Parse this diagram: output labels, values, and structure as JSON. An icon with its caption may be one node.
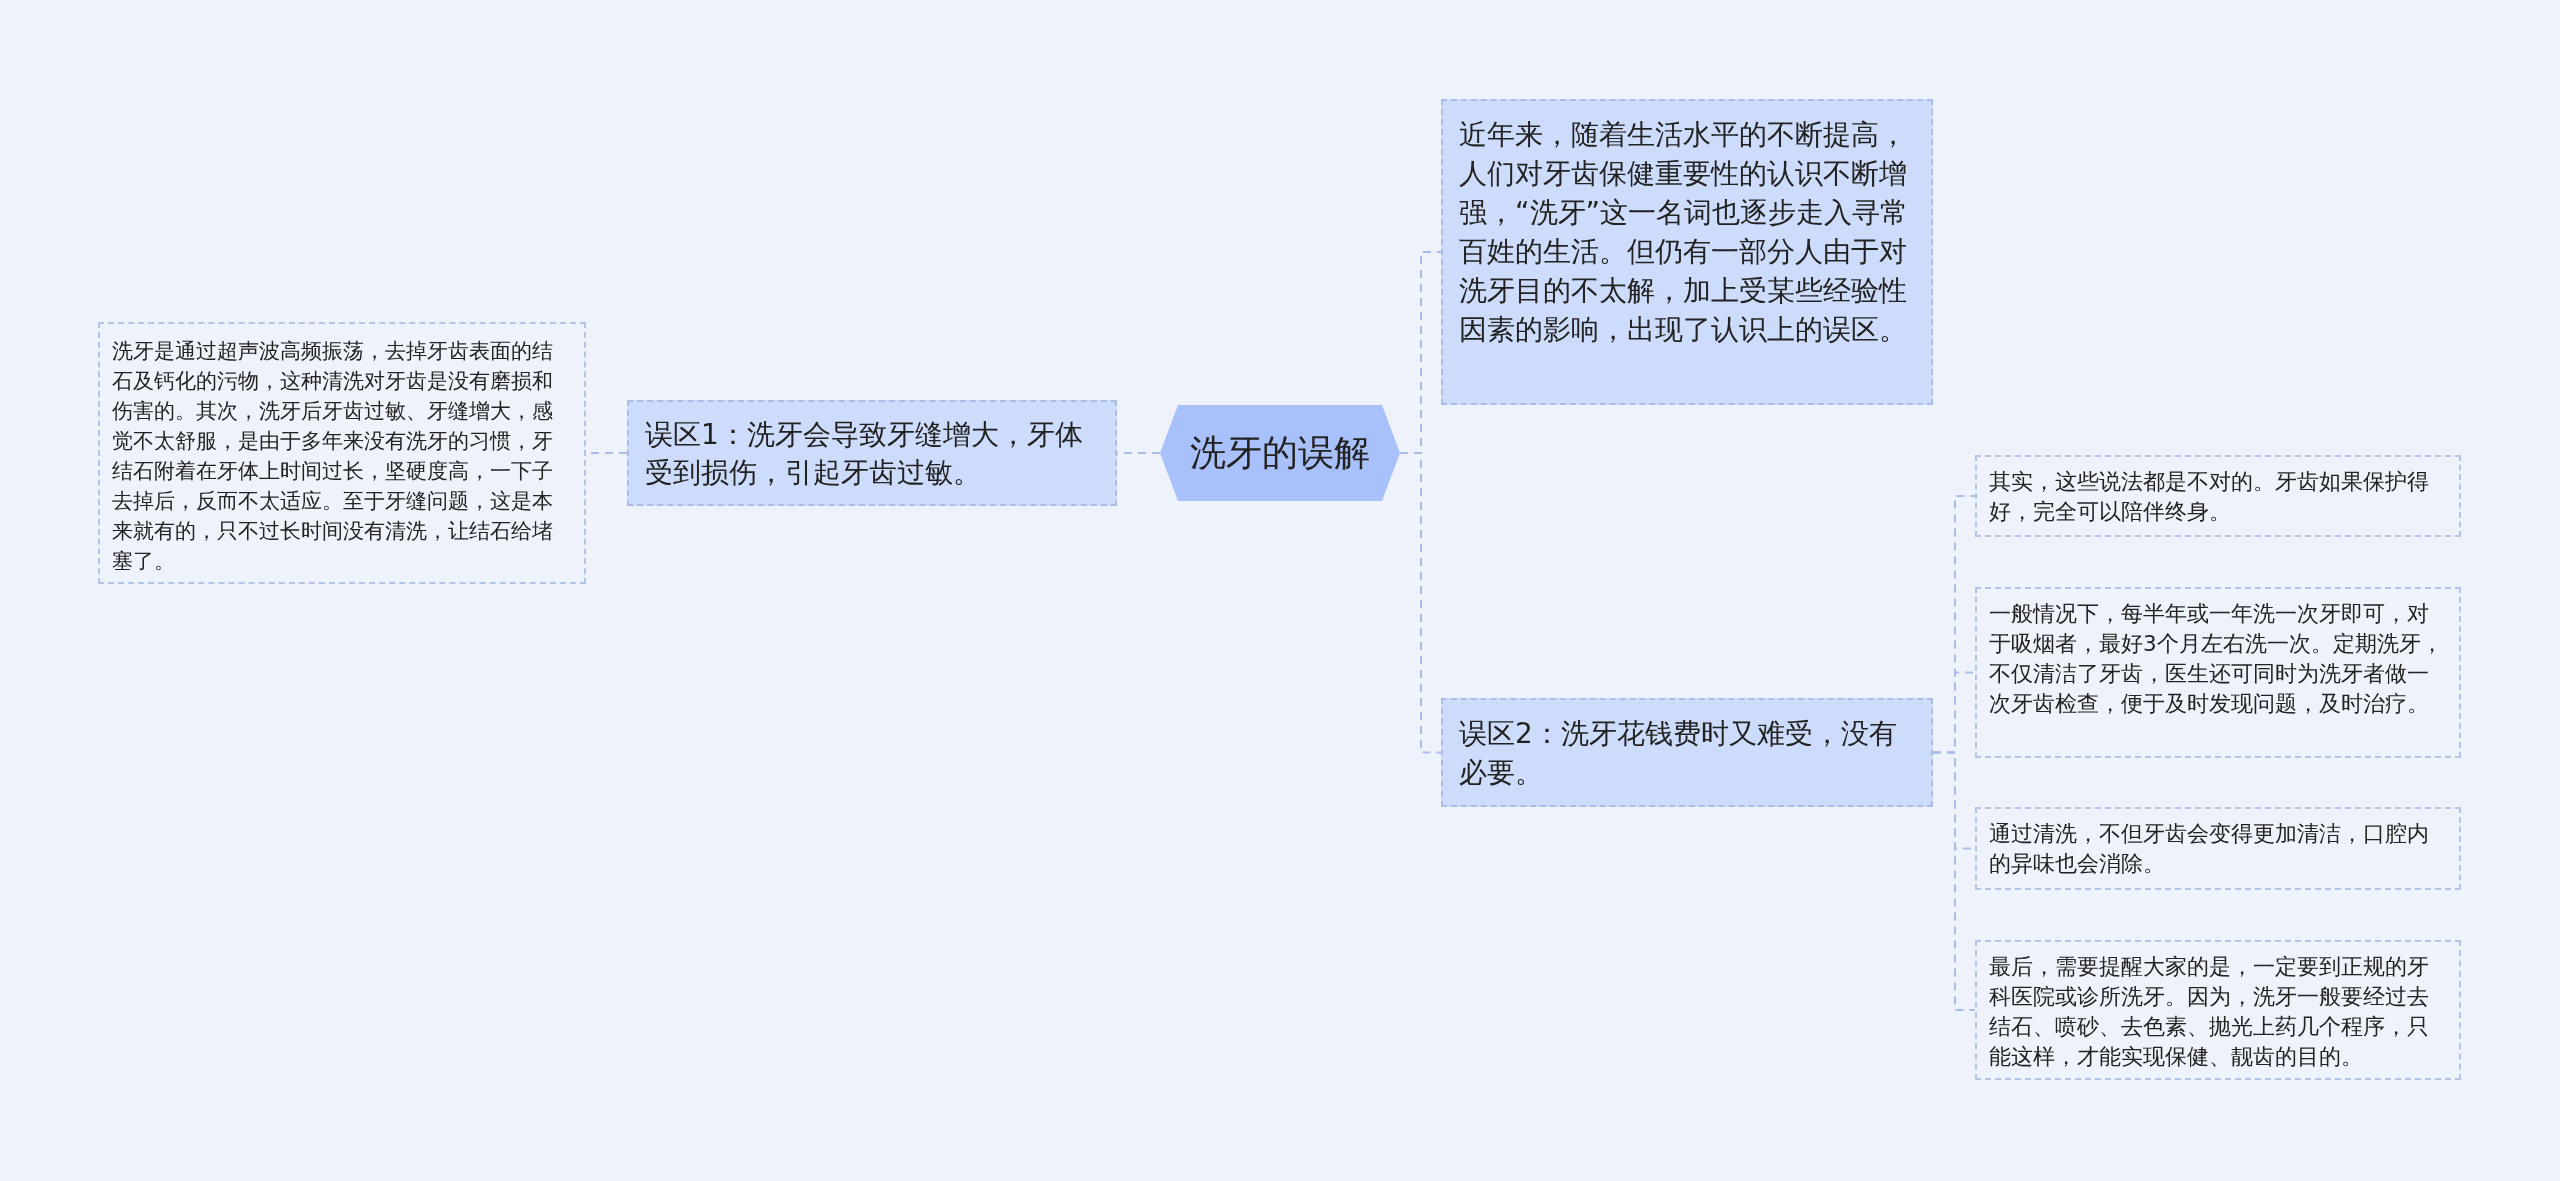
{
  "diagram": {
    "nodes": [
      {
        "text": [
          "洗牙的误解"
        ]
      },
      {
        "text": [
          "误区1：洗牙会导致牙缝增大，牙体受到损伤，引起牙齿过敏。"
        ]
      },
      {
        "text": [
          "洗牙是通过超声波高频振荡，去掉牙齿表面的结石及钙化的污物，这种清洗对牙齿是没有磨损和伤害的。其次，洗牙后牙齿过敏、牙缝增大，感觉不太舒服，是由于多年来没有洗牙的习惯，牙结石附着在牙体上时间过长，坚硬度高，一下子去掉后，反而不太适应。至于牙缝问题，这是本来就有的，只不过长时间没有清洗，让结石给堵塞了。"
        ]
      },
      {
        "text": [
          "近年来，随着生活水平的不断提高，人们对牙齿保健重要性的认识不断增强，“洗牙”这一名词也逐步走入寻常百姓的生活。但仍有一部分人由于对洗牙目的不太解，加上受某些经验性因素的影响，出现了认识上的误区。"
        ]
      },
      {
        "text": [
          "误区2：洗牙花钱费时又难受，没有必要。"
        ]
      },
      {
        "text": [
          "其实，这些说法都是不对的。牙齿如果保护得好，完全可以陪伴终身。"
        ]
      },
      {
        "text": [
          "一般情况下，每半年或一年洗一次牙即可，对于吸烟者，最好3个月左右洗一次。定期洗牙，不仅清洁了牙齿，医生还可同时为洗牙者做一次牙齿检查，便于及时发现问题，及时治疗。"
        ]
      },
      {
        "text": [
          "通过清洗，不但牙齿会变得更加清洁，口腔内的异味也会消除。"
        ]
      },
      {
        "text": [
          "最后，需要提醒大家的是，一定要到正规的牙科医院或诊所洗牙。因为，洗牙一般要经过去结石、喷砂、去色素、抛光上药几个程序，只能这样，才能实现保健、靓齿的目的。"
        ]
      }
    ],
    "edges": [
      {
        "from": 0,
        "to": 1,
        "arrow": "none"
      },
      {
        "from": 1,
        "to": 2,
        "arrow": "none"
      },
      {
        "from": 0,
        "to": 3,
        "arrow": "none"
      },
      {
        "from": 0,
        "to": 4,
        "arrow": "none"
      },
      {
        "from": 4,
        "to": 5,
        "arrow": "none"
      },
      {
        "from": 4,
        "to": 6,
        "arrow": "none"
      },
      {
        "from": 4,
        "to": 7,
        "arrow": "none"
      },
      {
        "from": 4,
        "to": 8,
        "arrow": "none"
      }
    ]
  }
}
